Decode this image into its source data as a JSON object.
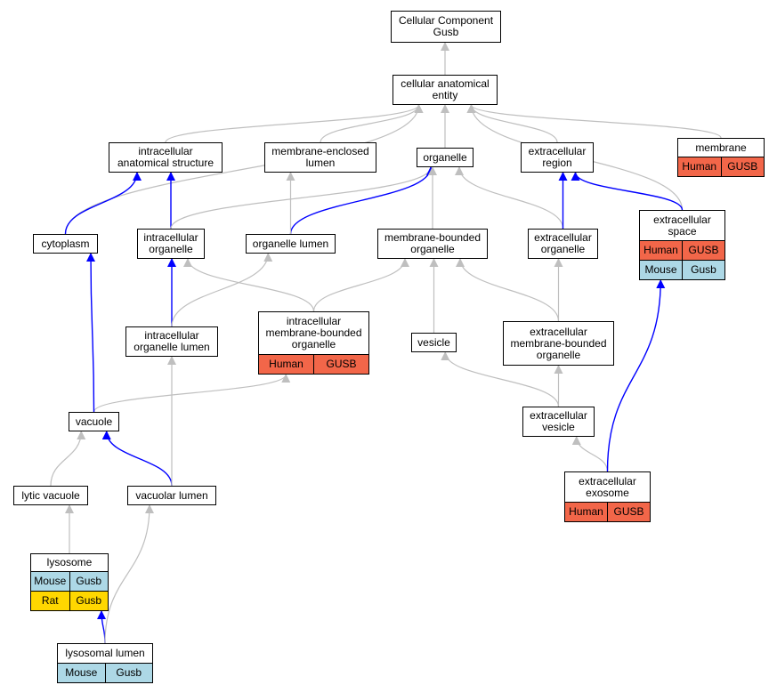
{
  "colors": {
    "human": "#f26649",
    "mouse": "#add8e6",
    "rat": "#ffd700",
    "edge_gray": "#bfbfbf",
    "edge_blue": "#0000ff"
  },
  "nodes": {
    "root": {
      "label": "Cellular Component\nGusb"
    },
    "cae": {
      "label": "cellular anatomical\nentity"
    },
    "ias": {
      "label": "intracellular\nanatomical structure"
    },
    "mel": {
      "label": "membrane-enclosed\nlumen"
    },
    "org": {
      "label": "organelle"
    },
    "exr": {
      "label": "extracellular\nregion"
    },
    "mem": {
      "label": "membrane",
      "rows": [
        [
          {
            "text": "Human",
            "species": "human"
          },
          {
            "text": "GUSB",
            "species": "human"
          }
        ]
      ]
    },
    "cyt": {
      "label": "cytoplasm"
    },
    "ico": {
      "label": "intracellular\norganelle"
    },
    "orl": {
      "label": "organelle lumen"
    },
    "mbo": {
      "label": "membrane-bounded\norganelle"
    },
    "exo": {
      "label": "extracellular\norganelle"
    },
    "exs": {
      "label": "extracellular\nspace",
      "rows": [
        [
          {
            "text": "Human",
            "species": "human"
          },
          {
            "text": "GUSB",
            "species": "human"
          }
        ],
        [
          {
            "text": "Mouse",
            "species": "mouse"
          },
          {
            "text": "Gusb",
            "species": "mouse"
          }
        ]
      ]
    },
    "iol": {
      "label": "intracellular\norganelle lumen"
    },
    "imbo": {
      "label": "intracellular\nmembrane-bounded\norganelle",
      "rows": [
        [
          {
            "text": "Human",
            "species": "human"
          },
          {
            "text": "GUSB",
            "species": "human"
          }
        ]
      ]
    },
    "ves": {
      "label": "vesicle"
    },
    "embo": {
      "label": "extracellular\nmembrane-bounded\norganelle"
    },
    "vac": {
      "label": "vacuole"
    },
    "exv": {
      "label": "extracellular\nvesicle"
    },
    "lyv": {
      "label": "lytic vacuole"
    },
    "val": {
      "label": "vacuolar lumen"
    },
    "exso": {
      "label": "extracellular\nexosome",
      "rows": [
        [
          {
            "text": "Human",
            "species": "human"
          },
          {
            "text": "GUSB",
            "species": "human"
          }
        ]
      ]
    },
    "lys": {
      "label": "lysosome",
      "rows": [
        [
          {
            "text": "Mouse",
            "species": "mouse"
          },
          {
            "text": "Gusb",
            "species": "mouse"
          }
        ],
        [
          {
            "text": "Rat",
            "species": "rat"
          },
          {
            "text": "Gusb",
            "species": "rat"
          }
        ]
      ]
    },
    "lyl": {
      "label": "lysosomal lumen",
      "rows": [
        [
          {
            "text": "Mouse",
            "species": "mouse"
          },
          {
            "text": "Gusb",
            "species": "mouse"
          }
        ]
      ]
    }
  },
  "edges": [
    {
      "from": "cae",
      "to": "root",
      "color": "gray"
    },
    {
      "from": "ias",
      "to": "cae",
      "color": "gray"
    },
    {
      "from": "mel",
      "to": "cae",
      "color": "gray"
    },
    {
      "from": "org",
      "to": "cae",
      "color": "gray"
    },
    {
      "from": "exr",
      "to": "cae",
      "color": "gray"
    },
    {
      "from": "mem",
      "to": "cae",
      "color": "gray"
    },
    {
      "from": "cyt",
      "to": "cae",
      "color": "gray"
    },
    {
      "from": "exs",
      "to": "cae",
      "color": "gray"
    },
    {
      "from": "cyt",
      "to": "ias",
      "color": "blue"
    },
    {
      "from": "ico",
      "to": "ias",
      "color": "blue"
    },
    {
      "from": "ico",
      "to": "org",
      "color": "gray"
    },
    {
      "from": "orl",
      "to": "org",
      "color": "blue"
    },
    {
      "from": "orl",
      "to": "mel",
      "color": "gray"
    },
    {
      "from": "mbo",
      "to": "org",
      "color": "gray"
    },
    {
      "from": "exo",
      "to": "org",
      "color": "gray"
    },
    {
      "from": "exo",
      "to": "exr",
      "color": "blue"
    },
    {
      "from": "exs",
      "to": "exr",
      "color": "blue"
    },
    {
      "from": "iol",
      "to": "ico",
      "color": "blue"
    },
    {
      "from": "iol",
      "to": "orl",
      "color": "gray"
    },
    {
      "from": "imbo",
      "to": "ico",
      "color": "gray"
    },
    {
      "from": "imbo",
      "to": "mbo",
      "color": "gray"
    },
    {
      "from": "ves",
      "to": "mbo",
      "color": "gray"
    },
    {
      "from": "embo",
      "to": "mbo",
      "color": "gray"
    },
    {
      "from": "embo",
      "to": "exo",
      "color": "gray"
    },
    {
      "from": "vac",
      "to": "imbo",
      "color": "gray"
    },
    {
      "from": "vac",
      "to": "cyt",
      "color": "blue"
    },
    {
      "from": "exv",
      "to": "ves",
      "color": "gray"
    },
    {
      "from": "exv",
      "to": "embo",
      "color": "gray"
    },
    {
      "from": "lyv",
      "to": "vac",
      "color": "gray"
    },
    {
      "from": "val",
      "to": "vac",
      "color": "blue"
    },
    {
      "from": "val",
      "to": "iol",
      "color": "gray"
    },
    {
      "from": "exso",
      "to": "exv",
      "color": "gray"
    },
    {
      "from": "exso",
      "to": "exs",
      "color": "blue"
    },
    {
      "from": "lys",
      "to": "lyv",
      "color": "gray"
    },
    {
      "from": "lyl",
      "to": "lys",
      "color": "blue"
    },
    {
      "from": "lyl",
      "to": "val",
      "color": "gray"
    }
  ]
}
